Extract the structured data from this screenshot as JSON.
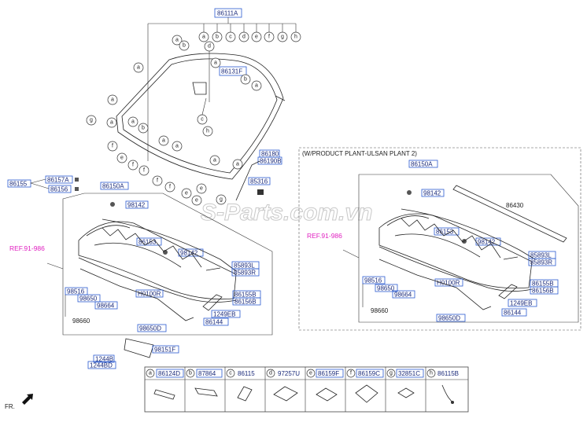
{
  "watermark": "S-Parts.com.vn",
  "ref_label": "REF.91-986",
  "fr_label": "FR.",
  "product_plant_note": "(W/PRODUCT PLANT-ULSAN PLANT 2)",
  "windshield": {
    "top_part": "86111A",
    "top_letters": [
      "a",
      "b",
      "c",
      "d",
      "e",
      "f",
      "g",
      "h"
    ],
    "moulding": "86131F",
    "clip_part_a": "86180",
    "clip_part_b": "86190B",
    "bracket": "85316"
  },
  "side_left_parts": {
    "group": "86155",
    "a": "86157A",
    "b": "86156"
  },
  "cowl_left": {
    "cover": "86150A",
    "screw_top": "98142",
    "panel": "86153",
    "screw_mid": "98142",
    "nozzle_l": "85893L",
    "nozzle_r": "85893R",
    "hose": "H0100R",
    "hose2": "98516",
    "hose3": "98650",
    "hose4": "98664",
    "hose5": "98660",
    "bracket_l": "86155B",
    "bracket_r": "86156B",
    "bolt": "1249EB",
    "seal": "86144",
    "cover_d": "98650D",
    "deflector": "98151F",
    "grommet_a": "1244B",
    "grommet_b": "1244BD"
  },
  "cowl_right": {
    "cover": "86150A",
    "screw_top": "98142",
    "strip": "86430",
    "panel": "86153",
    "screw_mid": "98142",
    "nozzle_l": "85893L",
    "nozzle_r": "85893R",
    "hose": "H0100R",
    "hose2": "98516",
    "hose3": "98650",
    "hose4": "98664",
    "hose5": "98660",
    "bracket_l": "86155B",
    "bracket_r": "86156B",
    "bolt": "1249EB",
    "seal": "86144",
    "cover_d": "98650D"
  },
  "legend": [
    {
      "letter": "a",
      "part": "86124D"
    },
    {
      "letter": "b",
      "part": "87864"
    },
    {
      "letter": "c",
      "part": "86115"
    },
    {
      "letter": "d",
      "part": "97257U"
    },
    {
      "letter": "e",
      "part": "86159F"
    },
    {
      "letter": "f",
      "part": "86159C"
    },
    {
      "letter": "g",
      "part": "32851C"
    },
    {
      "letter": "h",
      "part": "86115B"
    }
  ],
  "colors": {
    "part_box": "#2a5ad0",
    "ref_text": "#e020c0",
    "line": "#333333"
  }
}
